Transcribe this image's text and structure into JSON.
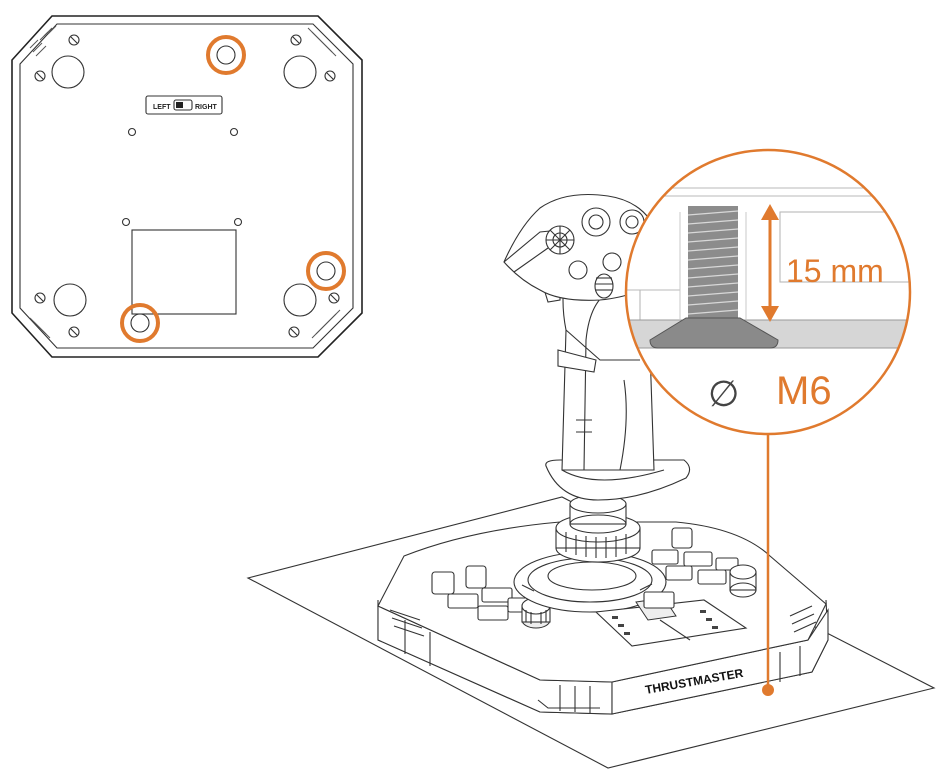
{
  "bottom_view": {
    "switch_left_label": "LEFT",
    "switch_right_label": "RIGHT"
  },
  "callout": {
    "length_label": "15 mm",
    "diameter_symbol": "∅",
    "thread_label": "M6"
  },
  "product": {
    "brand_label": "THRUSTMASTER"
  },
  "colors": {
    "accent": "#E07A2E",
    "line": "#333333",
    "screw": "#8c8c8c"
  }
}
